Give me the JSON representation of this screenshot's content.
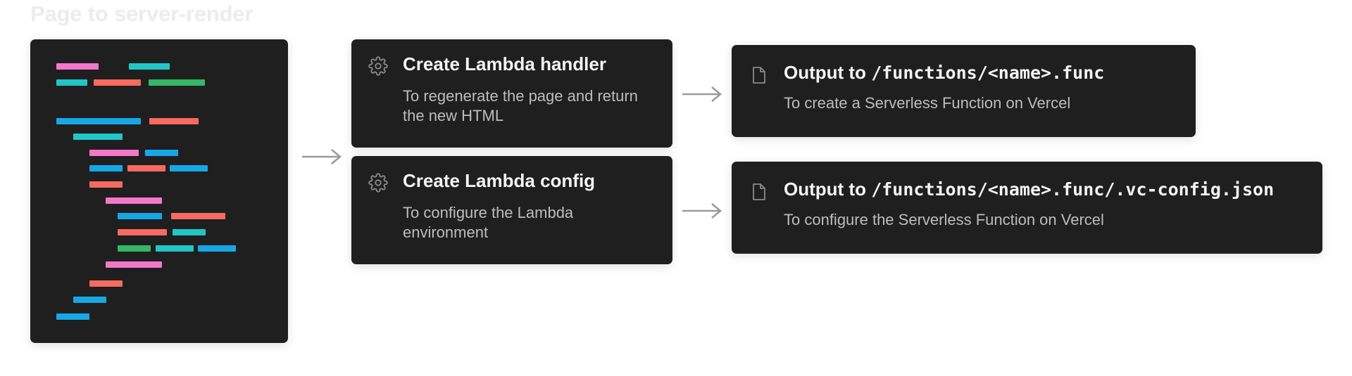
{
  "title": "Page to server-render",
  "colors": {
    "panel": "#1f1f1f",
    "pink": "#f278c9",
    "teal": "#22c6c6",
    "red": "#f66b61",
    "green": "#35b865",
    "blue": "#17a7e6",
    "arrow": "#9a9a9a"
  },
  "steps": [
    {
      "icon": "gear-icon",
      "title": "Create Lambda handler",
      "description": "To regenerate the page and return the new HTML"
    },
    {
      "icon": "gear-icon",
      "title": "Create Lambda config",
      "description": "To configure the Lambda environment"
    }
  ],
  "outputs": [
    {
      "icon": "file-icon",
      "title_prefix": "Output to ",
      "path": "/functions/<name>.func",
      "description": "To create a Serverless Function on Vercel"
    },
    {
      "icon": "file-icon",
      "title_prefix": "Output to ",
      "path": "/functions/<name>.func/.vc-config.json",
      "description": "To configure the Serverless Function on Vercel"
    }
  ]
}
